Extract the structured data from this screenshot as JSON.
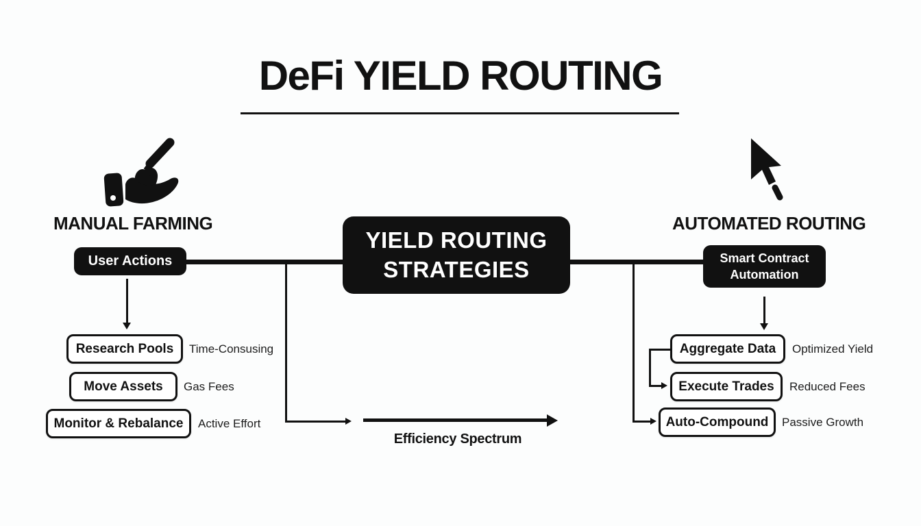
{
  "title": "DeFi YIELD ROUTING",
  "colors": {
    "ink": "#111111",
    "background": "#fcfdfd",
    "box_fill": "#ffffff"
  },
  "left": {
    "icon": "hand-trowel-icon",
    "heading": "MANUAL FARMING",
    "node_label": "User Actions",
    "items": [
      {
        "label": "Research Pools",
        "note": "Time-Consusing"
      },
      {
        "label": "Move Assets",
        "note": "Gas Fees"
      },
      {
        "label": "Monitor & Rebalance",
        "note": "Active Effort"
      }
    ]
  },
  "center": {
    "lines": [
      "YIELD ROUTING",
      "STRATEGIES"
    ]
  },
  "right": {
    "icon": "cursor-icon",
    "heading": "AUTOMATED ROUTING",
    "node_lines": [
      "Smart Contract",
      "Automation"
    ],
    "items": [
      {
        "label": "Aggregate Data",
        "note": "Optimized Yield"
      },
      {
        "label": "Execute Trades",
        "note": "Reduced Fees"
      },
      {
        "label": "Auto-Compound",
        "note": "Passive Growth"
      }
    ]
  },
  "spectrum": {
    "label": "Efficiency Spectrum"
  }
}
